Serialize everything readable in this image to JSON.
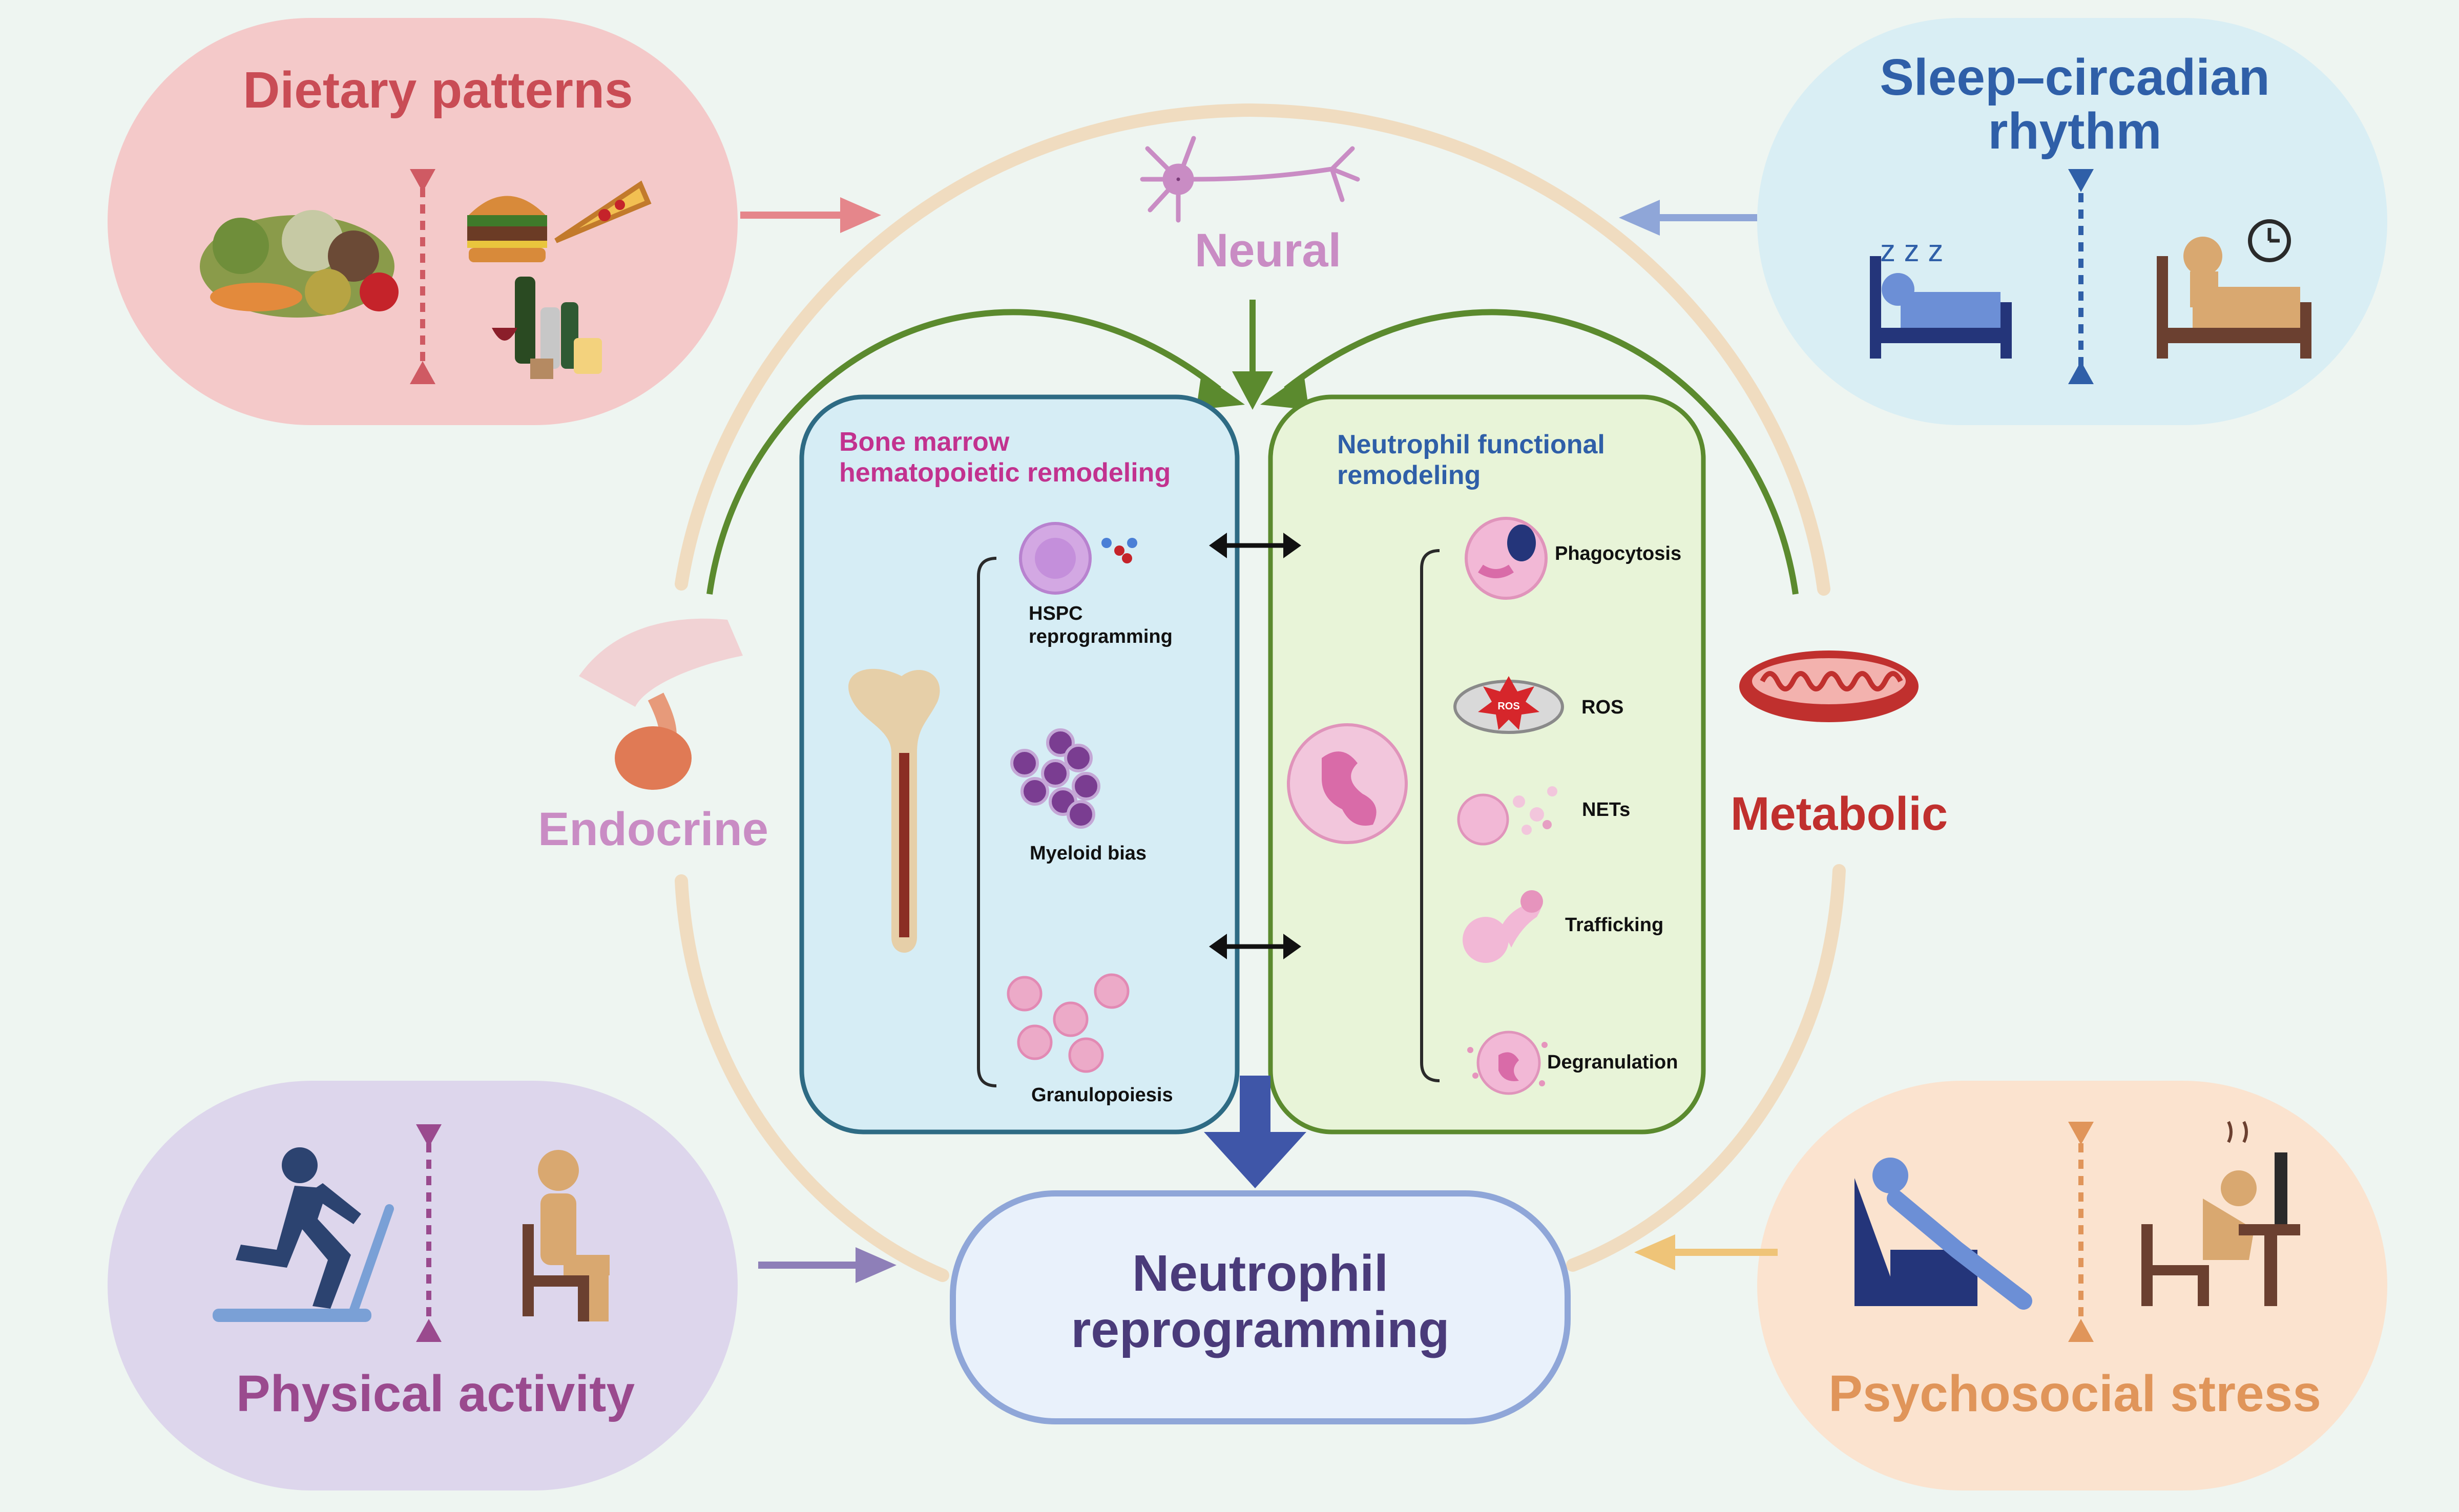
{
  "factors": {
    "dietary": {
      "label": "Dietary patterns",
      "color": "#c94c55"
    },
    "sleep": {
      "line1": "Sleep–circadian",
      "line2": "rhythm",
      "color": "#2f5fa8"
    },
    "physical": {
      "label": "Physical activity",
      "color": "#9a4a8e"
    },
    "psychosocial": {
      "label": "Psychosocial stress",
      "color": "#e0955a"
    }
  },
  "axes": {
    "neural": {
      "label": "Neural",
      "color": "#c98cc4"
    },
    "endocrine": {
      "label": "Endocrine",
      "color": "#c98cc4"
    },
    "metabolic": {
      "label": "Metabolic",
      "color": "#c0302e"
    }
  },
  "bone_marrow": {
    "title_line1": "Bone marrow",
    "title_line2": "hematopoietic remodeling",
    "title_color": "#c2328f",
    "items": {
      "hspc_line1": "HSPC",
      "hspc_line2": "reprogramming",
      "myeloid": "Myeloid bias",
      "granulopoiesis": "Granulopoiesis"
    }
  },
  "neutrophil_function": {
    "title_line1": "Neutrophil functional",
    "title_line2": "remodeling",
    "title_color": "#2f5fa8",
    "items": {
      "phagocytosis": "Phagocytosis",
      "ros": "ROS",
      "ros_badge": "ROS",
      "nets": "NETs",
      "trafficking": "Trafficking",
      "degranulation": "Degranulation"
    }
  },
  "center": {
    "line1": "Neutrophil",
    "line2": "reprogramming",
    "color": "#4a3b7a"
  }
}
